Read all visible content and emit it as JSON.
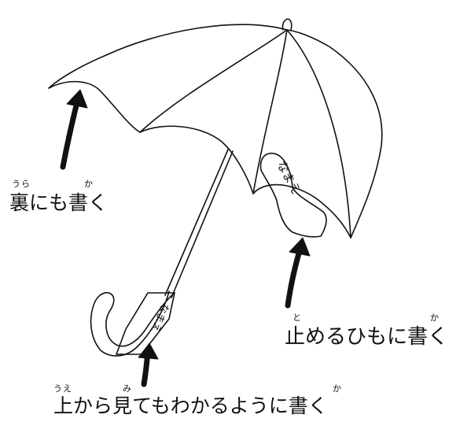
{
  "annotations": {
    "underside": {
      "text": "裏にも書く",
      "furigana_ura": "うら",
      "furigana_ka": "か"
    },
    "strap": {
      "text": "止めるひもに書く",
      "furigana_to": "と",
      "furigana_ka": "か"
    },
    "handle": {
      "text": "上から見てもわかるように書く",
      "furigana_ue": "うえ",
      "furigana_mi": "み",
      "furigana_ka": "か"
    }
  },
  "tags": {
    "strap_tag_text": "なまえ",
    "handle_tag_text": "なまえ"
  },
  "colors": {
    "ink": "#111111",
    "background": "#ffffff"
  }
}
